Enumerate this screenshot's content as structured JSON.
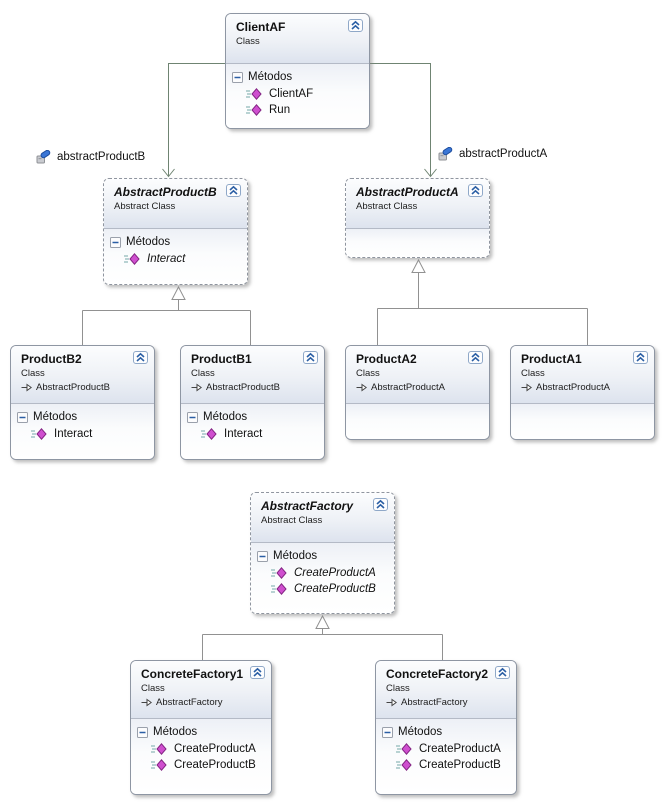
{
  "members_label": "Métodos",
  "classes": {
    "clientaf": {
      "name": "ClientAF",
      "kind": "Class",
      "members": [
        "ClientAF",
        "Run"
      ]
    },
    "abstractproductb": {
      "name": "AbstractProductB",
      "kind": "Abstract Class",
      "members": [
        "Interact"
      ]
    },
    "abstractproducta": {
      "name": "AbstractProductA",
      "kind": "Abstract Class",
      "members": []
    },
    "productb2": {
      "name": "ProductB2",
      "kind": "Class",
      "base": "AbstractProductB",
      "members": [
        "Interact"
      ]
    },
    "productb1": {
      "name": "ProductB1",
      "kind": "Class",
      "base": "AbstractProductB",
      "members": [
        "Interact"
      ]
    },
    "producta2": {
      "name": "ProductA2",
      "kind": "Class",
      "base": "AbstractProductA",
      "members": []
    },
    "producta1": {
      "name": "ProductA1",
      "kind": "Class",
      "base": "AbstractProductA",
      "members": []
    },
    "abstractfactory": {
      "name": "AbstractFactory",
      "kind": "Abstract Class",
      "members": [
        "CreateProductA",
        "CreateProductB"
      ]
    },
    "concretefactory1": {
      "name": "ConcreteFactory1",
      "kind": "Class",
      "base": "AbstractFactory",
      "members": [
        "CreateProductA",
        "CreateProductB"
      ]
    },
    "concretefactory2": {
      "name": "ConcreteFactory2",
      "kind": "Class",
      "base": "AbstractFactory",
      "members": [
        "CreateProductA",
        "CreateProductB"
      ]
    }
  },
  "field_labels": {
    "product_b": "abstractProductB",
    "product_a": "abstractProductA"
  },
  "colors": {
    "association_line": "#6f8472",
    "inheritance_line": "#919191",
    "box_border": "#8e96a3",
    "method_icon_fill": "#cf4fcf",
    "method_icon_stroke": "#842584",
    "chevron_blue": "#2b5fa5",
    "field_icon_blue": "#3a76d6"
  }
}
